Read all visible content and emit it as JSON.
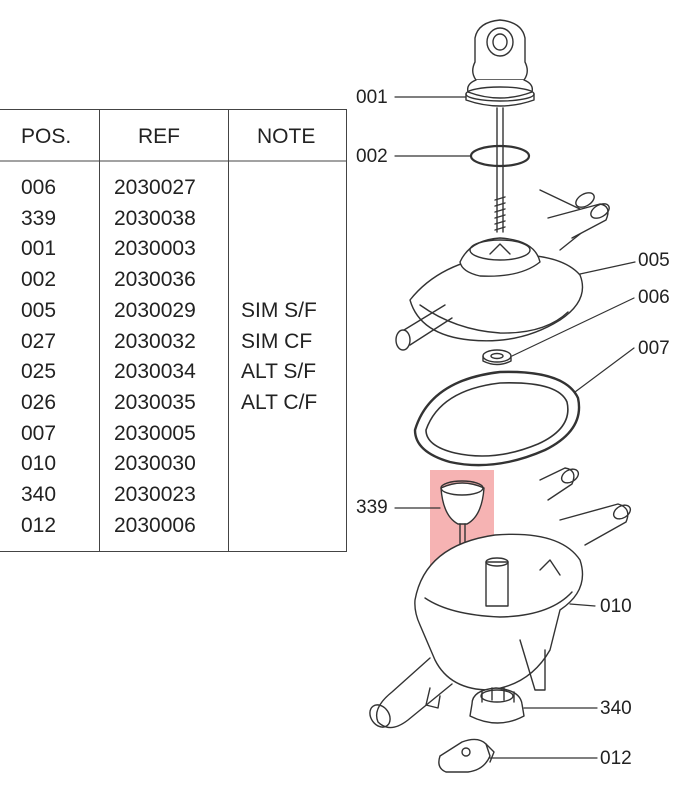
{
  "table": {
    "headers": {
      "pos": "POS.",
      "ref": "REF",
      "note": "NOTE"
    },
    "rows": [
      {
        "pos": "006",
        "ref": "2030027",
        "note": ""
      },
      {
        "pos": "339",
        "ref": "2030038",
        "note": ""
      },
      {
        "pos": "001",
        "ref": "2030003",
        "note": ""
      },
      {
        "pos": "002",
        "ref": "2030036",
        "note": ""
      },
      {
        "pos": "005",
        "ref": "2030029",
        "note": "SIM S/F"
      },
      {
        "pos": "027",
        "ref": "2030032",
        "note": "SIM CF"
      },
      {
        "pos": "025",
        "ref": "2030034",
        "note": "ALT S/F"
      },
      {
        "pos": "026",
        "ref": "2030035",
        "note": "ALT C/F"
      },
      {
        "pos": "007",
        "ref": "2030005",
        "note": ""
      },
      {
        "pos": "010",
        "ref": "2030030",
        "note": ""
      },
      {
        "pos": "340",
        "ref": "2030023",
        "note": ""
      },
      {
        "pos": "012",
        "ref": "2030006",
        "note": ""
      }
    ]
  },
  "callouts": {
    "c001": "001",
    "c002": "002",
    "c005": "005",
    "c006": "006",
    "c007": "007",
    "c339": "339",
    "c010": "010",
    "c340": "340",
    "c012": "012"
  },
  "colors": {
    "highlight": "#f4a6a6",
    "line": "#333333"
  }
}
